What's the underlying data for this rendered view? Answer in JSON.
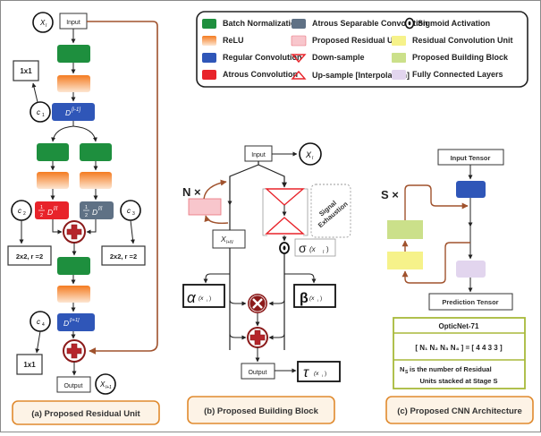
{
  "colors": {
    "batch_norm": "#1e8f3e",
    "relu_top": "#f47b20",
    "relu_bottom": "#fde6d2",
    "regular_conv": "#2f56b8",
    "atrous_conv": "#e8232a",
    "atrous_sep_conv": "#5f7185",
    "residual_unit": "#f8c6cc",
    "res_conv_unit": "#f6f28a",
    "building_block": "#cbe08a",
    "fully_connected": "#e2d5ee",
    "skip_arrow": "#a0522d",
    "op_circle": "#8b1a1a",
    "caption_border": "#e08a2e",
    "caption_fill": "#fdf3e6",
    "opticnet_border": "#a8b93a",
    "sample_red": "#e8232a"
  },
  "legend": {
    "items": [
      {
        "label": "Batch Normalization",
        "swatch": "batch_norm"
      },
      {
        "label": "ReLU",
        "swatch": "relu"
      },
      {
        "label": "Regular Convolution",
        "swatch": "regular_conv"
      },
      {
        "label": "Atrous Convolution",
        "swatch": "atrous_conv"
      },
      {
        "label": "Atrous Separable Convolution",
        "swatch": "atrous_sep_conv"
      },
      {
        "label": "Proposed Residual Unit",
        "swatch": "residual_unit"
      },
      {
        "label": "Down-sample",
        "swatch": "down-triangle"
      },
      {
        "label": "Up-sample [Interpolation]",
        "swatch": "up-triangle"
      },
      {
        "label": "Sigmoid Activation",
        "swatch": "sigmoid-symbol"
      },
      {
        "label": "Residual Convolution Unit",
        "swatch": "res_conv_unit"
      },
      {
        "label": "Proposed Building Block",
        "swatch": "building_block"
      },
      {
        "label": "Fully Connected Layers",
        "swatch": "fully_connected"
      }
    ]
  },
  "panel_a": {
    "caption": "(a) Proposed Residual Unit",
    "input_label": "Input",
    "output_label": "Output",
    "x_in": "X",
    "x_in_sub": "l",
    "x_out": "X",
    "x_out_sub": "l+1",
    "d_prev": "D",
    "d_prev_sup": "[i-1]",
    "d_curr": "D",
    "d_curr_sup": "[i]",
    "d_next": "D",
    "d_next_sup": "[i+1]",
    "half_num": "1",
    "half_den": "2",
    "c1": "c",
    "c1_sub": "1",
    "c2": "c",
    "c2_sub": "2",
    "c3": "c",
    "c3_sub": "3",
    "c4": "c",
    "c4_sub": "4",
    "k1": "1x1",
    "k2": "2x2, r =2",
    "k3": "2x2, r =2",
    "k4": "1x1"
  },
  "panel_b": {
    "caption": "(b) Proposed Building Block",
    "input_label": "Input",
    "output_label": "Output",
    "x_in": "X",
    "x_in_sub": "l",
    "n_times": "N ×",
    "x_n": "X",
    "x_n_sub": "l+N",
    "signal_line1": "Signal",
    "signal_line2": "Exhaustion",
    "sigma": "σ",
    "sigma_arg": "(x",
    "sigma_arg_sub": "l",
    "alpha": "α",
    "beta": "β",
    "tau": "τ",
    "fn_arg": "(x",
    "fn_arg_sub": "l",
    "close_paren": ")"
  },
  "panel_c": {
    "caption": "(c) Proposed CNN Architecture",
    "input_tensor": "Input Tensor",
    "prediction_tensor": "Prediction Tensor",
    "s_times": "S ×",
    "table_title": "OpticNet-71",
    "table_formula": "[ N₁ N₂ N₃ N₄ ] = [ 4  4  3  3 ]",
    "table_note_line1": "N",
    "table_note_sub": "S",
    "table_note_rest": " is the number of Residual",
    "table_note_line2": "Units stacked at Stage S"
  }
}
